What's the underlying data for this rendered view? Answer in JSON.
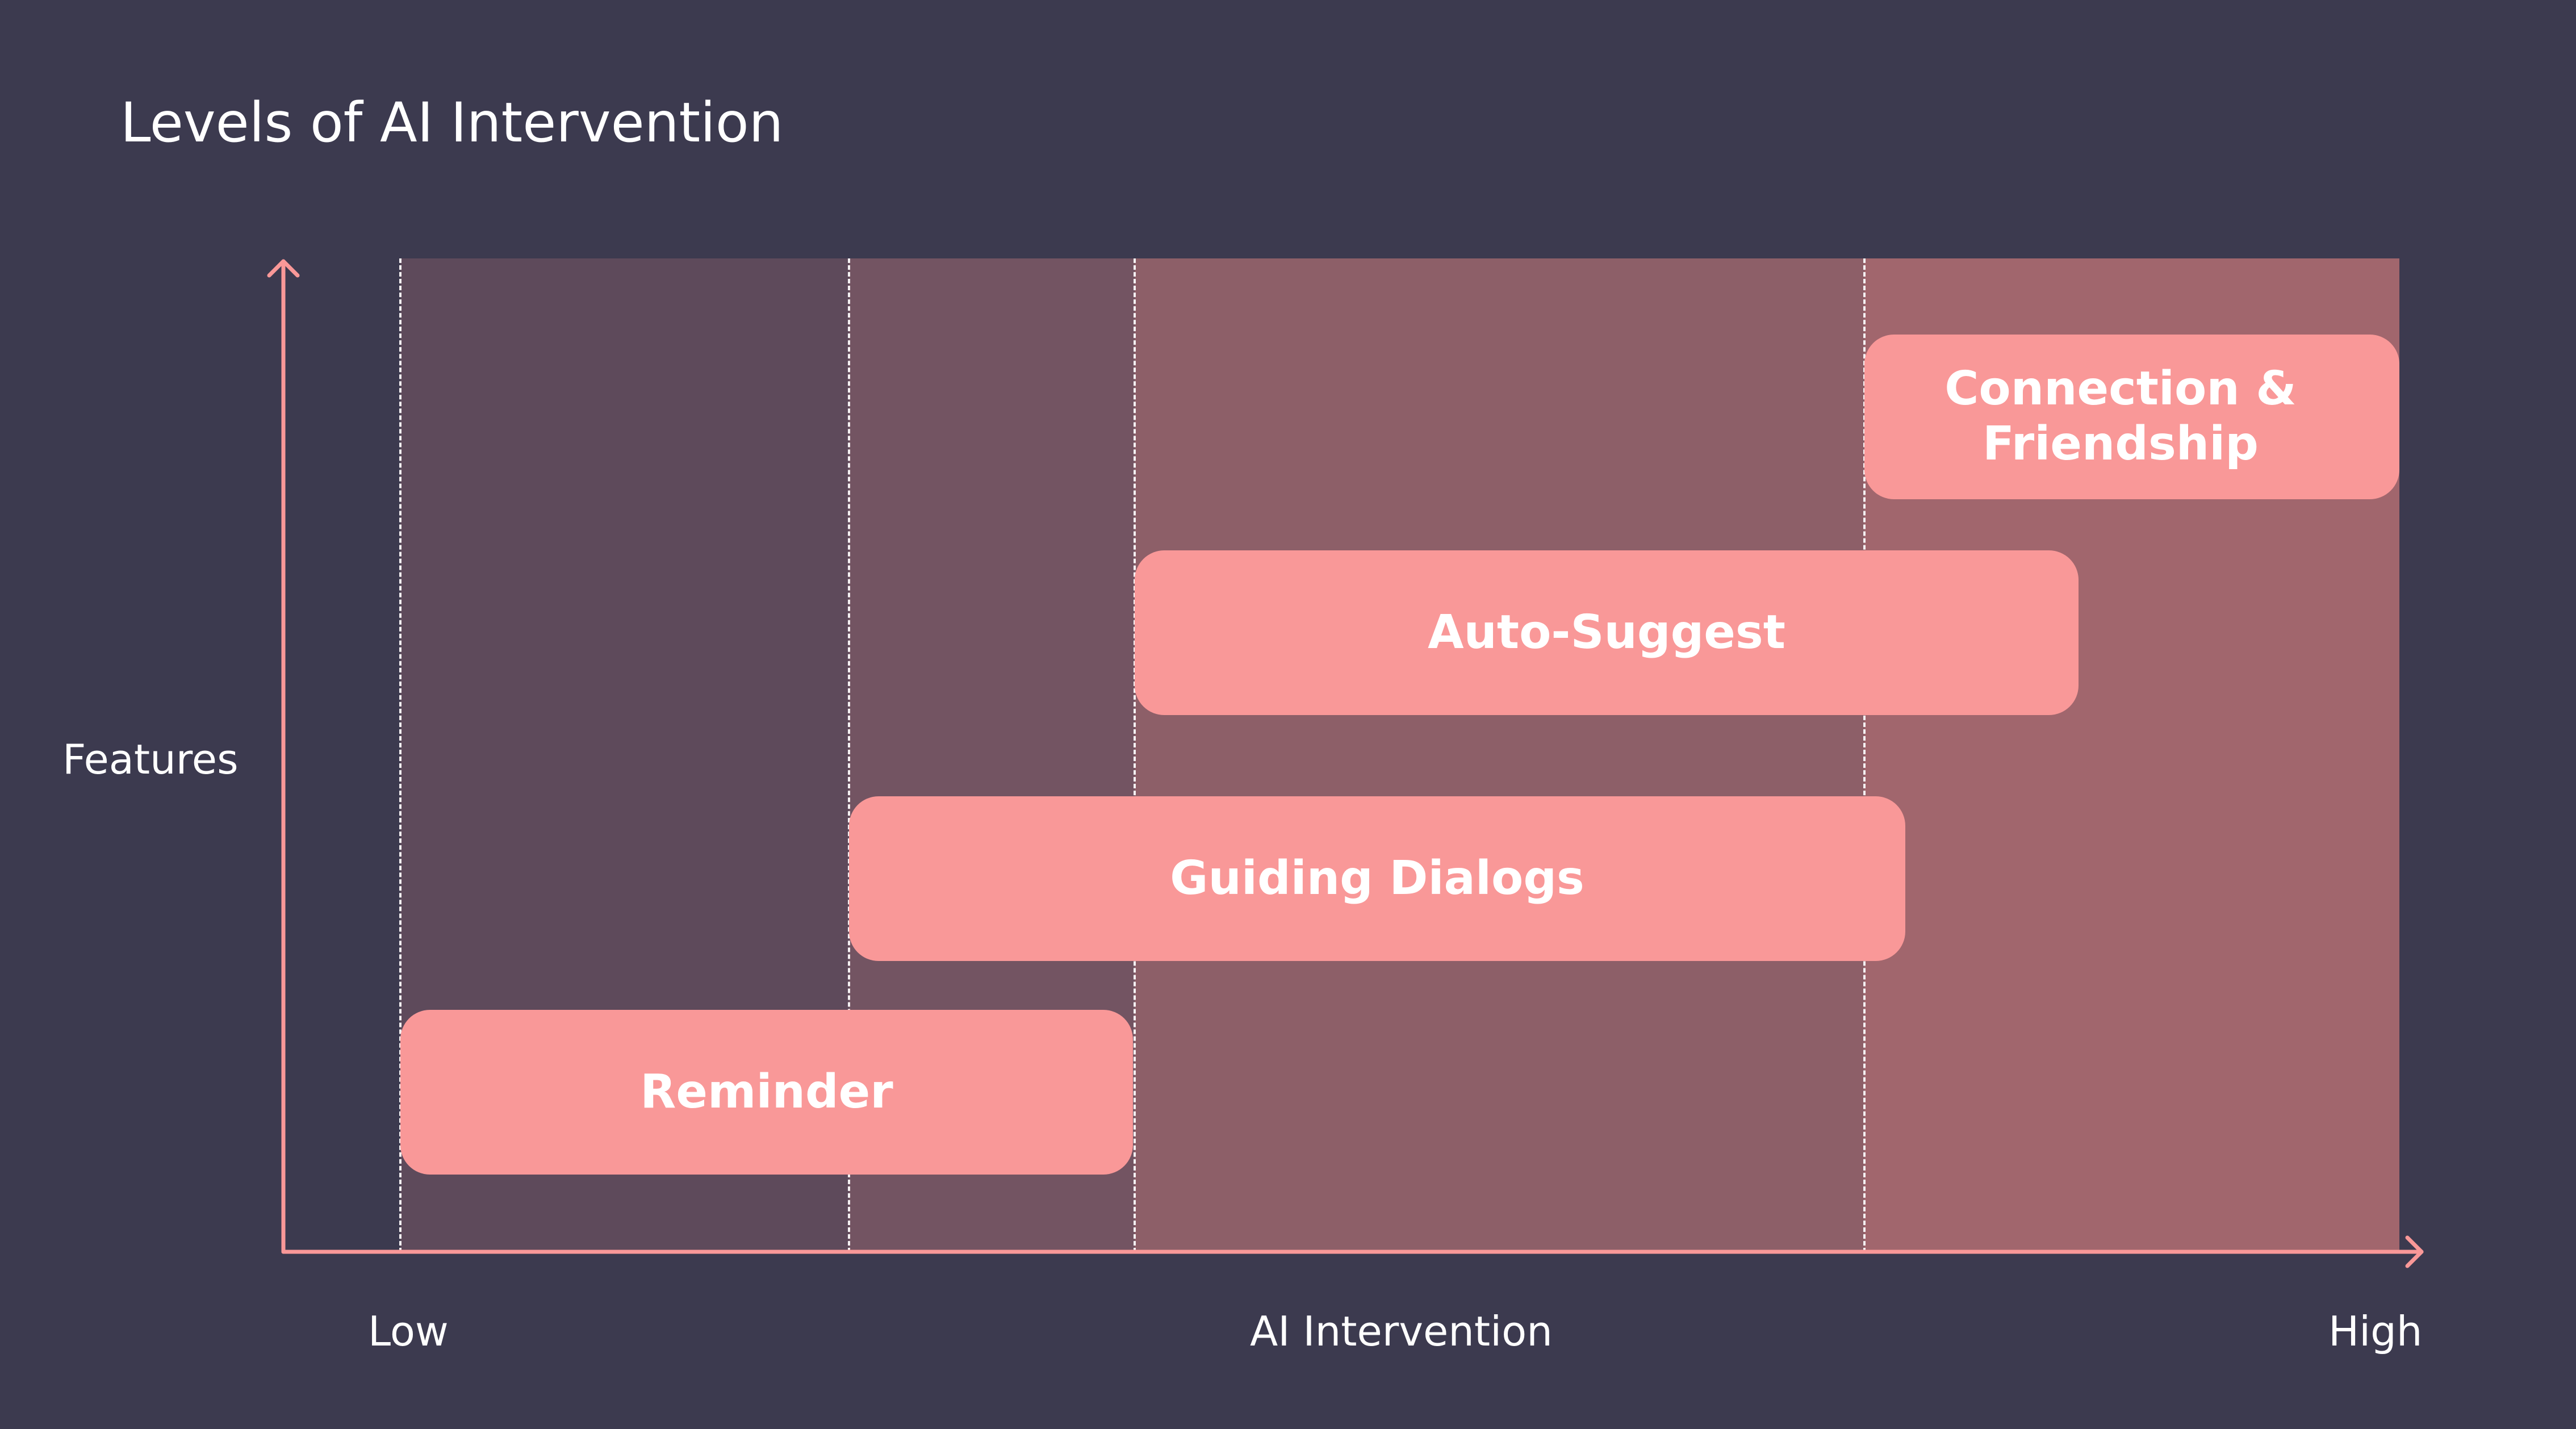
{
  "title": "Levels of AI Intervention",
  "y_axis_label": "Features",
  "x_axis": {
    "low_label": "Low",
    "center_label": "AI Intervention",
    "high_label": "High"
  },
  "colors": {
    "background": "#3c3a4f",
    "axis": "#f99898",
    "feature_bar": "#f99898",
    "band_1": "#5e4a5b",
    "band_2": "#735462",
    "band_3": "#8d5f68",
    "band_4": "#a1666d"
  },
  "features": [
    {
      "label": "Reminder"
    },
    {
      "label": "Guiding Dialogs"
    },
    {
      "label": "Auto-Suggest"
    },
    {
      "label": "Connection &\nFriendship"
    }
  ]
}
